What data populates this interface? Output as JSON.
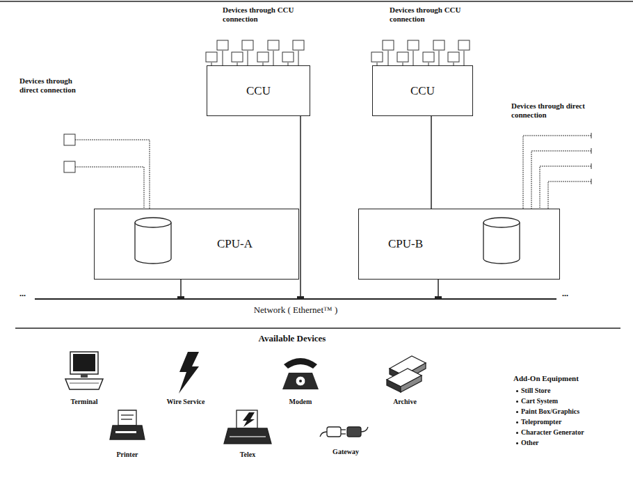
{
  "diagram": {
    "nodes": [
      {
        "text": [
          "CCU"
        ]
      },
      {
        "text": [
          "CCU"
        ]
      },
      {
        "text": [
          "CPU-A"
        ]
      },
      {
        "text": [
          "CPU-B"
        ]
      },
      {
        "text": [
          "Network ( Ethernet™ )"
        ]
      }
    ],
    "edges": [
      {
        "from": 0,
        "to": 4,
        "arrow": "none"
      },
      {
        "from": 1,
        "to": 3,
        "arrow": "none"
      },
      {
        "from": 2,
        "to": 4,
        "arrow": "none"
      },
      {
        "from": 3,
        "to": 4,
        "arrow": "none"
      }
    ],
    "labels": [
      "Devices through direct connection",
      "Devices through CCU connection",
      "Devices through CCU connection",
      "Devices through direct connection",
      "...",
      "...",
      "Available Devices",
      "Terminal",
      "Wire Service",
      "Modem",
      "Archive",
      "Printer",
      "Telex",
      "Gateway",
      "Add-On Equipment",
      "Still Store",
      "Cart System",
      "Paint Box/Graphics",
      "Teleprompter",
      "Character Generator",
      "Other"
    ]
  }
}
